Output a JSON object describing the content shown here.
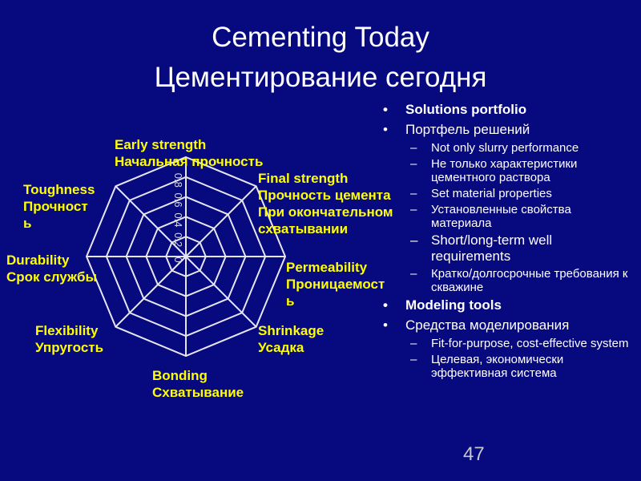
{
  "title": {
    "line1": "Cementing Today",
    "line2": "Цементирование сегодня"
  },
  "chart_data": {
    "type": "radar",
    "axes": [
      {
        "en": "Early strength",
        "ru": "Начальная прочность"
      },
      {
        "en": "Final strength",
        "ru": "Прочность цемента При окончательном схватывании"
      },
      {
        "en": "Permeability",
        "ru": "Проницаемость"
      },
      {
        "en": "Shrinkage",
        "ru": "Усадка"
      },
      {
        "en": "Bonding",
        "ru": "Схватывание"
      },
      {
        "en": "Flexibility",
        "ru": "Упругость"
      },
      {
        "en": "Durability",
        "ru": "Срок службы"
      },
      {
        "en": "Toughness",
        "ru": "Прочность"
      }
    ],
    "rlim": [
      0,
      1
    ],
    "ticks": [
      "0",
      "0.2",
      "0.4",
      "0.6",
      "0.8"
    ],
    "grid": true,
    "series": [],
    "colors": {
      "grid": "#e6e6f0",
      "labels": "#ffff00",
      "background": "#07097f"
    }
  },
  "labels": {
    "early": [
      "Early strength",
      "Начальная прочность"
    ],
    "final": [
      "Final strength",
      "Прочность цемента",
      "При окончательном",
      "схватывании"
    ],
    "perm": [
      "Permeability",
      "Проницаемост",
      "ь"
    ],
    "shrink": [
      "Shrinkage",
      "Усадка"
    ],
    "bond": [
      "Bonding",
      "Схватывание"
    ],
    "flex": [
      "Flexibility",
      "Упругость"
    ],
    "dur": [
      "Durability",
      "Срок службы"
    ],
    "tough": [
      "Toughness",
      "Прочност",
      "ь"
    ]
  },
  "bullets": [
    {
      "level": 1,
      "bold": true,
      "text": "Solutions portfolio"
    },
    {
      "level": 1,
      "text": "Портфель решений"
    },
    {
      "level": 2,
      "text": "Not only slurry performance"
    },
    {
      "level": 2,
      "text": "Не только характеристики цементного раствора"
    },
    {
      "level": 2,
      "text": "Set material properties"
    },
    {
      "level": 2,
      "text": "Установленные свойства материала"
    },
    {
      "level": 2,
      "big": true,
      "text": "Short/long-term well requirements"
    },
    {
      "level": 2,
      "text": "Кратко/долгосрочные требования к скважине"
    },
    {
      "level": 1,
      "bold": true,
      "text": "Modeling tools"
    },
    {
      "level": 1,
      "text": "Средства моделирования"
    },
    {
      "level": 2,
      "text": "Fit-for-purpose, cost-effective system"
    },
    {
      "level": 2,
      "text": "Целевая, экономически эффективная система"
    }
  ],
  "page_number": "47"
}
